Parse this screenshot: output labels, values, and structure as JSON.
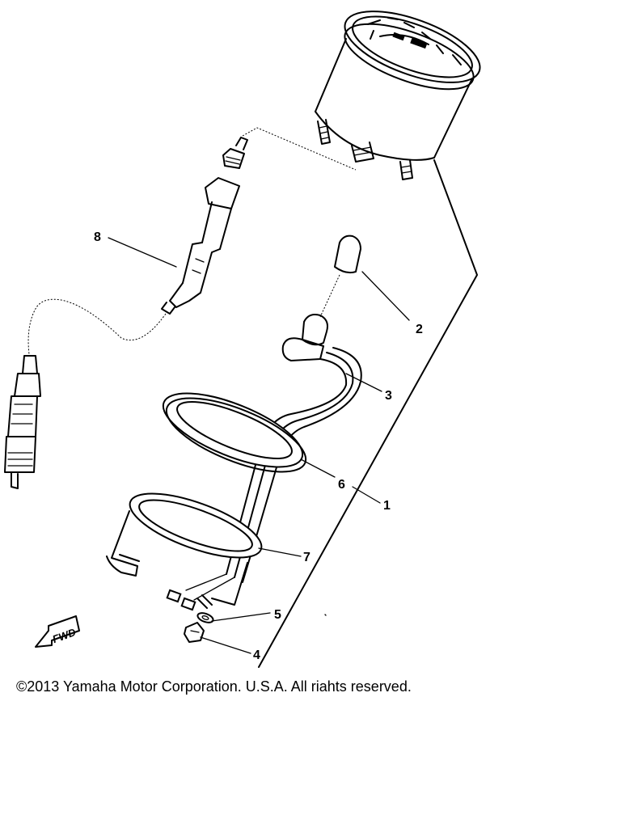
{
  "diagram": {
    "callouts": [
      {
        "id": "1",
        "label": "1"
      },
      {
        "id": "2",
        "label": "2"
      },
      {
        "id": "3",
        "label": "3"
      },
      {
        "id": "4",
        "label": "4"
      },
      {
        "id": "5",
        "label": "5"
      },
      {
        "id": "6",
        "label": "6"
      },
      {
        "id": "7",
        "label": "7"
      },
      {
        "id": "8",
        "label": "8"
      }
    ],
    "fwd_badge": "FWD"
  },
  "footer": {
    "copyright": "©2013 Yamaha Motor Corporation. U.S.A. All riahts reserved."
  }
}
